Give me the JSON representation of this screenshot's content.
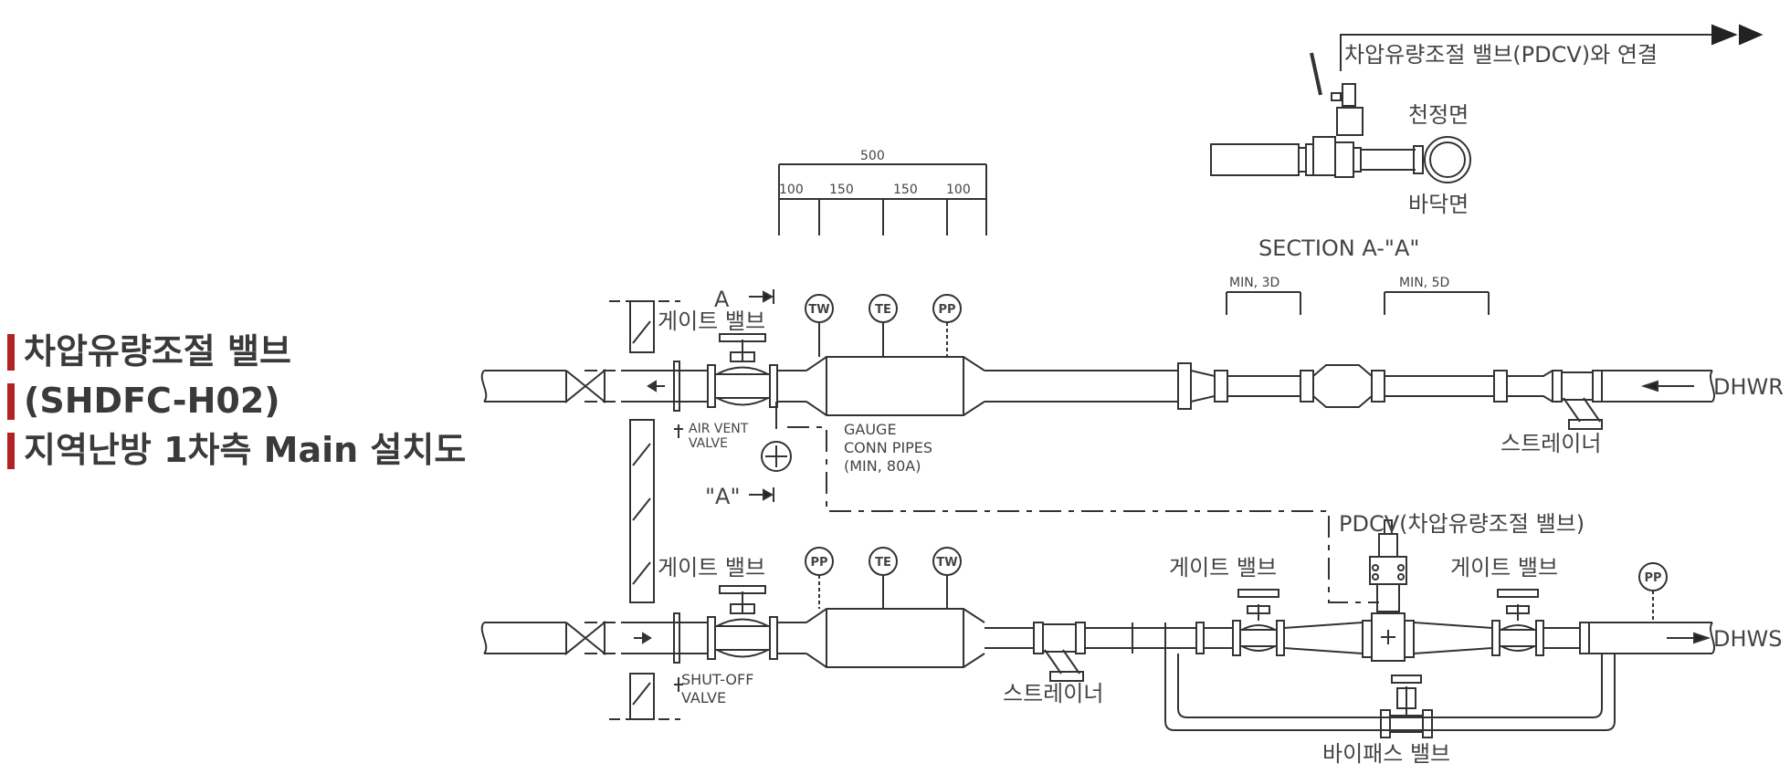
{
  "title": {
    "line1": "차압유량조절 밸브",
    "line2": "(SHDFC-H02)",
    "line3": "지역난방 1차측 Main 설치도",
    "accent_color": "#b22222"
  },
  "section": {
    "link_text": "차압유량조절 밸브(PDCV)와 연결",
    "ceiling": "천정면",
    "floor": "바닥면",
    "caption": "SECTION A-\"A\""
  },
  "dimensions": {
    "total": "500",
    "d1": "100",
    "d2": "150",
    "d3": "150",
    "d4": "100",
    "min3d": "MIN, 3D",
    "min5d": "MIN, 5D"
  },
  "labels": {
    "gate_valve": "게이트 밸브",
    "strainer": "스트레이너",
    "bypass_valve": "바이패스 밸브",
    "pdcv": "PDCV(차압유량조절 밸브)",
    "air_vent_1": "AIR VENT",
    "air_vent_2": "VALVE",
    "shutoff_1": "SHUT-OFF",
    "shutoff_2": "VALVE",
    "gauge_1": "GAUGE",
    "gauge_2": "CONN PIPES",
    "gauge_3": "(MIN, 80A)",
    "section_a": "A",
    "section_a2": "\"A\"",
    "dhwr": "DHWR",
    "dhws": "DHWS"
  },
  "instruments": {
    "tw": "TW",
    "te": "TE",
    "pp": "PP"
  }
}
